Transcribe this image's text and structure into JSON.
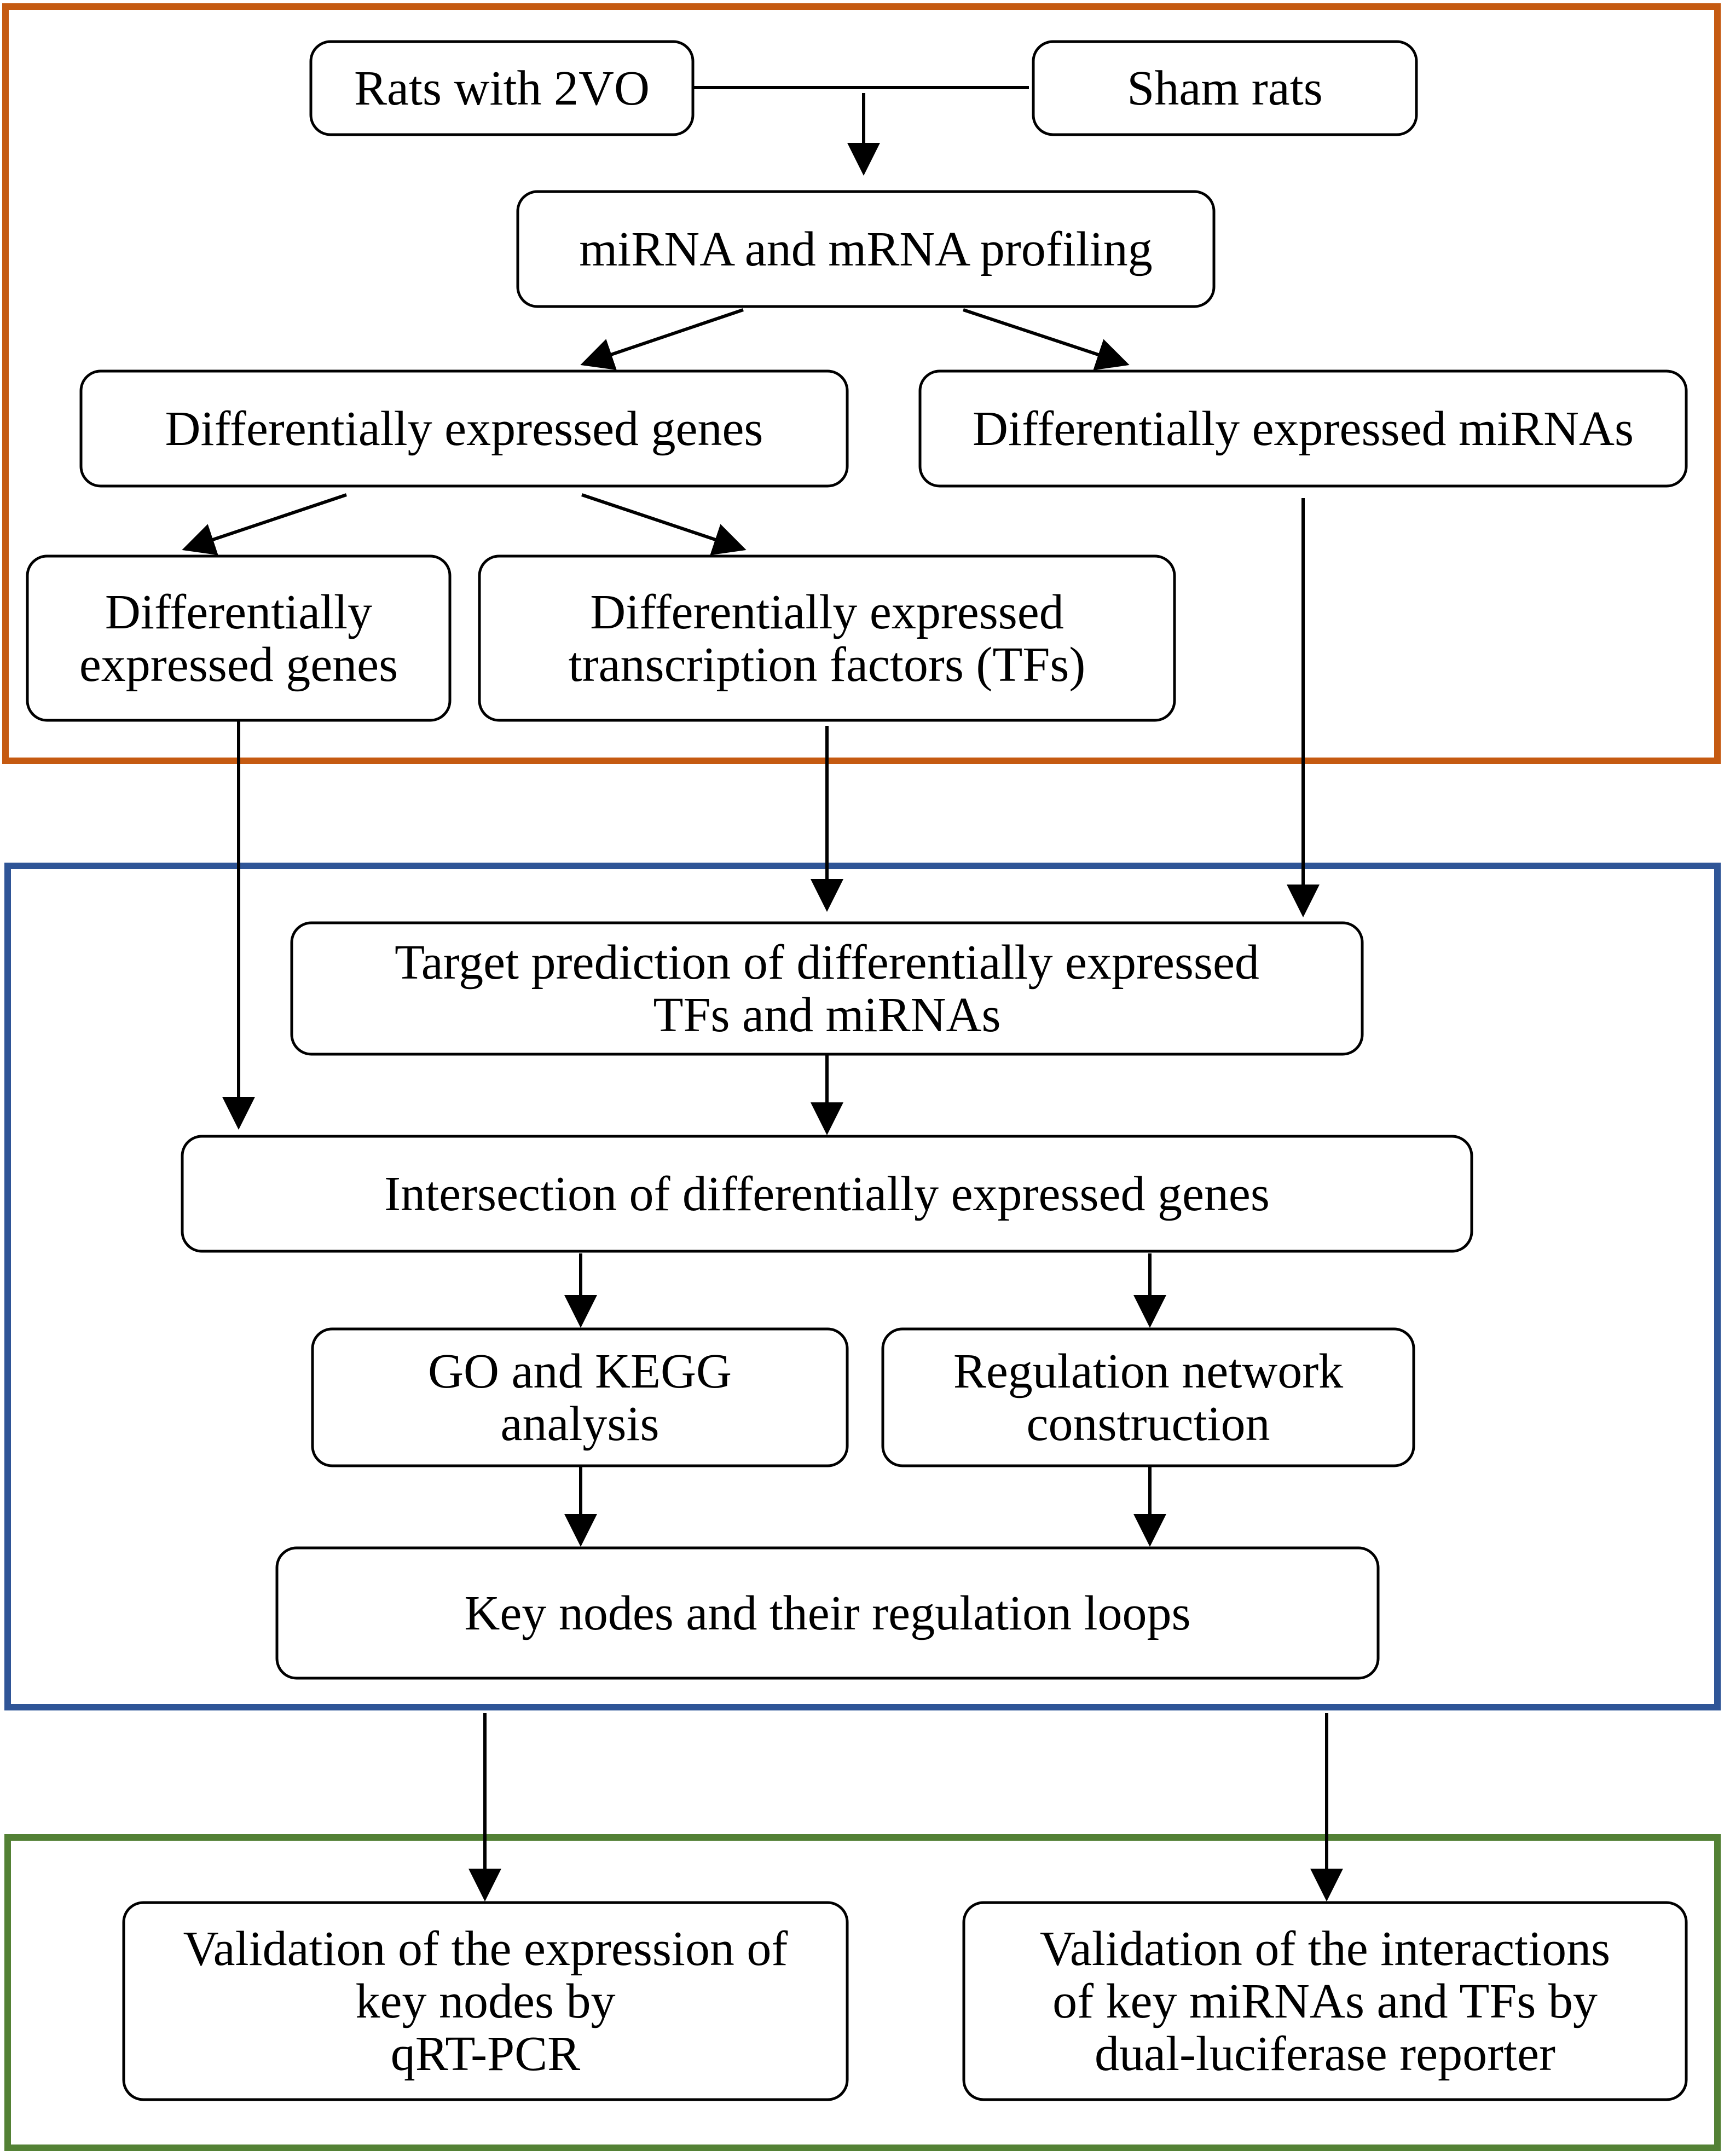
{
  "colors": {
    "section_1": "#C55A11",
    "section_2": "#2F5597",
    "section_3": "#538135",
    "line": "#000000"
  },
  "nodes": {
    "rats_2vo": [
      "Rats with 2VO"
    ],
    "sham_rats": [
      "Sham rats"
    ],
    "profiling": [
      "miRNA and mRNA profiling"
    ],
    "deg_top": [
      "Differentially expressed genes"
    ],
    "de_mirnas": [
      "Differentially expressed miRNAs"
    ],
    "deg_left": [
      "Differentially",
      "expressed genes"
    ],
    "de_tfs": [
      "Differentially expressed",
      "transcription factors (TFs)"
    ],
    "target_pred": [
      "Target prediction of differentially expressed",
      "TFs and miRNAs"
    ],
    "intersection": [
      "Intersection of differentially expressed genes"
    ],
    "go_kegg": [
      "GO and KEGG",
      "analysis"
    ],
    "reg_network": [
      "Regulation network",
      "construction"
    ],
    "key_nodes": [
      "Key nodes and their regulation loops"
    ],
    "qrt_pcr": [
      "Validation of the expression of",
      "key nodes by",
      "qRT-PCR"
    ],
    "dual_luc": [
      "Validation of the interactions",
      "of key miRNAs and TFs by",
      "dual-luciferase reporter"
    ]
  },
  "edges": [
    {
      "from": "rats_2vo",
      "to": "sham_rats",
      "arrow": false
    },
    {
      "from": "rats_2vo",
      "to": "profiling",
      "arrow": true
    },
    {
      "from": "profiling",
      "to": "deg_top",
      "arrow": true
    },
    {
      "from": "profiling",
      "to": "de_mirnas",
      "arrow": true
    },
    {
      "from": "deg_top",
      "to": "deg_left",
      "arrow": true
    },
    {
      "from": "deg_top",
      "to": "de_tfs",
      "arrow": true
    },
    {
      "from": "deg_left",
      "to": "intersection",
      "arrow": true
    },
    {
      "from": "de_tfs",
      "to": "target_pred",
      "arrow": true
    },
    {
      "from": "de_mirnas",
      "to": "target_pred",
      "arrow": true
    },
    {
      "from": "target_pred",
      "to": "intersection",
      "arrow": true
    },
    {
      "from": "intersection",
      "to": "go_kegg",
      "arrow": true
    },
    {
      "from": "intersection",
      "to": "reg_network",
      "arrow": true
    },
    {
      "from": "go_kegg",
      "to": "key_nodes",
      "arrow": true
    },
    {
      "from": "reg_network",
      "to": "key_nodes",
      "arrow": true
    },
    {
      "from": "key_nodes",
      "to": "qrt_pcr",
      "arrow": true
    },
    {
      "from": "key_nodes",
      "to": "dual_luc",
      "arrow": true
    }
  ]
}
